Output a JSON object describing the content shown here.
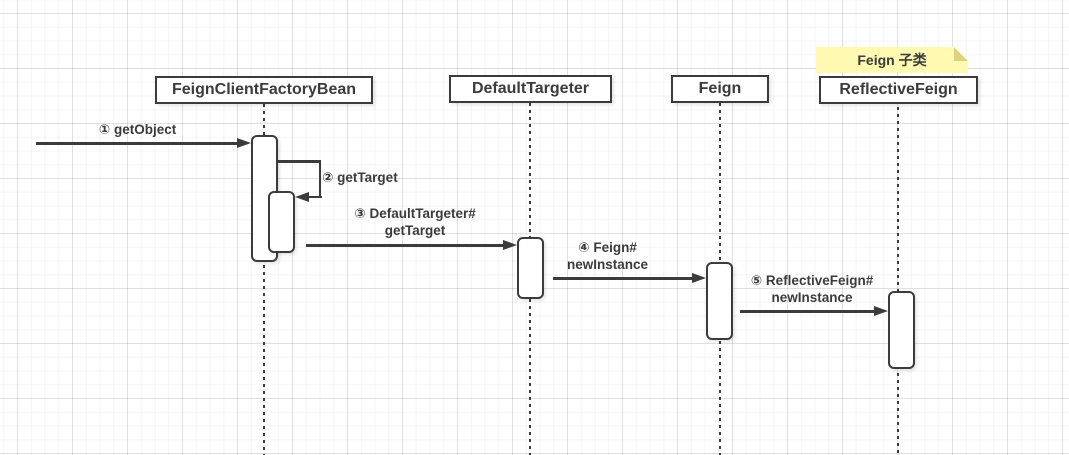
{
  "diagram": {
    "type": "uml-sequence",
    "note": {
      "label": "Feign 子类"
    },
    "lifelines": [
      {
        "label": "FeignClientFactoryBean"
      },
      {
        "label": "DefaultTargeter"
      },
      {
        "label": "Feign"
      },
      {
        "label": "ReflectiveFeign"
      }
    ],
    "messages": [
      {
        "label": "① getObject",
        "from": "external",
        "to": "FeignClientFactoryBean"
      },
      {
        "label": "② getTarget",
        "from": "FeignClientFactoryBean",
        "to": "FeignClientFactoryBean"
      },
      {
        "line1": "③ DefaultTargeter#",
        "line2": "getTarget",
        "from": "FeignClientFactoryBean",
        "to": "DefaultTargeter"
      },
      {
        "line1": "④ Feign#",
        "line2": "newInstance",
        "from": "DefaultTargeter",
        "to": "Feign"
      },
      {
        "line1": "⑤ ReflectiveFeign#",
        "line2": "newInstance",
        "from": "Feign",
        "to": "ReflectiveFeign"
      }
    ],
    "colors": {
      "stroke": "#3b3b3b",
      "note_fill": "#fff9b2",
      "note_fold": "#dcd37c",
      "background": "#ffffff"
    }
  }
}
